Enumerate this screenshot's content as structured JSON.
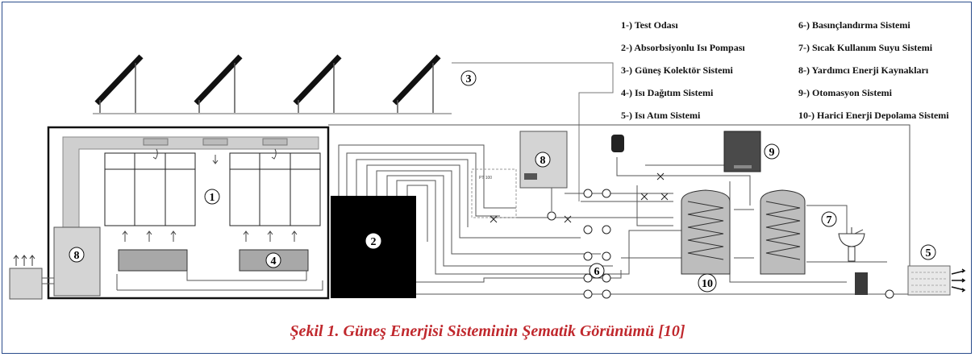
{
  "legend": {
    "items": [
      {
        "text": "1-)  Test Odası"
      },
      {
        "text": "2-)  Absorbsiyonlu Isı Pompası"
      },
      {
        "text": "3-)  Güneş Kolektör Sistemi"
      },
      {
        "text": "4-)  Isı Dağıtım Sistemi"
      },
      {
        "text": "5-)  Isı Atım Sistemi"
      },
      {
        "text": "6-)  Basınçlandırma Sistemi"
      },
      {
        "text": "7-)  Sıcak Kullanım Suyu Sistemi"
      },
      {
        "text": "8-)  Yardımcı Enerji Kaynakları"
      },
      {
        "text": "9-)   Otomasyon Sistemi"
      },
      {
        "text": "10-)  Harici Enerji Depolama Sistemi"
      }
    ]
  },
  "markers": {
    "m1": "1",
    "m2": "2",
    "m3": "3",
    "m4": "4",
    "m5": "5",
    "m6": "6",
    "m7": "7",
    "m8a": "8",
    "m8b": "8",
    "m9": "9",
    "m10": "10"
  },
  "sensor_label": "PT 100",
  "caption": "Şekil 1. Güneş Enerjisi Sisteminin Şematik Görünümü [10]",
  "colors": {
    "frame": "#2b4c8c",
    "caption": "#c0282d",
    "heat_pump": "#000000"
  }
}
